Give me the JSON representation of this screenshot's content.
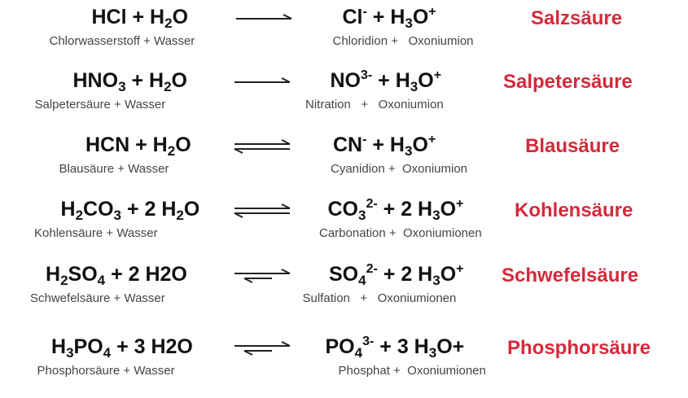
{
  "reactions": [
    {
      "lhs": [
        {
          "t": "HCl + H"
        },
        {
          "sub": "2"
        },
        {
          "t": "O"
        }
      ],
      "rhs": [
        {
          "t": "Cl"
        },
        {
          "sup": "-"
        },
        {
          "t": " + H"
        },
        {
          "sub": "3"
        },
        {
          "t": "O"
        },
        {
          "sup": "+"
        }
      ],
      "lhs_caption": "Chlorwasserstoff + Wasser",
      "rhs_caption": "Chloridion +   Oxoniumion",
      "acid_name": "Salzsäure",
      "arrow": "single"
    },
    {
      "lhs": [
        {
          "t": "HNO"
        },
        {
          "sub": "3"
        },
        {
          "t": " + H"
        },
        {
          "sub": "2"
        },
        {
          "t": "O"
        }
      ],
      "rhs": [
        {
          "t": "NO"
        },
        {
          "sup": "3-"
        },
        {
          "t": " + H"
        },
        {
          "sub": "3"
        },
        {
          "t": "O"
        },
        {
          "sup": "+"
        }
      ],
      "lhs_caption": "Salpetersäure + Wasser",
      "rhs_caption": "Nitration   +   Oxoniumion",
      "acid_name": "Salpetersäure",
      "arrow": "single"
    },
    {
      "lhs": [
        {
          "t": "HCN + H"
        },
        {
          "sub": "2"
        },
        {
          "t": "O"
        }
      ],
      "rhs": [
        {
          "t": "CN"
        },
        {
          "sup": "-"
        },
        {
          "t": " + H"
        },
        {
          "sub": "3"
        },
        {
          "t": "O"
        },
        {
          "sup": "+"
        }
      ],
      "lhs_caption": "Blausäure + Wasser",
      "rhs_caption": "Cyanidion +  Oxoniumion",
      "acid_name": "Blausäure",
      "arrow": "equilibrium"
    },
    {
      "lhs": [
        {
          "t": "H"
        },
        {
          "sub": "2"
        },
        {
          "t": "CO"
        },
        {
          "sub": "3"
        },
        {
          "t": " + 2 H"
        },
        {
          "sub": "2"
        },
        {
          "t": "O"
        }
      ],
      "rhs": [
        {
          "t": "CO"
        },
        {
          "sub": "3"
        },
        {
          "sup": "2-"
        },
        {
          "t": " +  2 H"
        },
        {
          "sub": "3"
        },
        {
          "t": "O"
        },
        {
          "sup": "+"
        }
      ],
      "lhs_caption": "Kohlensäure + Wasser",
      "rhs_caption": "Carbonation +  Oxoniumionen",
      "acid_name": "Kohlensäure",
      "arrow": "equilibrium"
    },
    {
      "lhs": [
        {
          "t": "H"
        },
        {
          "sub": "2"
        },
        {
          "t": "SO"
        },
        {
          "sub": "4"
        },
        {
          "t": " + 2 H2O"
        }
      ],
      "rhs": [
        {
          "t": "SO"
        },
        {
          "sub": "4"
        },
        {
          "sup": "2-"
        },
        {
          "t": " + 2 H"
        },
        {
          "sub": "3"
        },
        {
          "t": "O"
        },
        {
          "sup": "+"
        }
      ],
      "lhs_caption": "Schwefelsäure + Wasser",
      "rhs_caption": "Sulfation   +   Oxoniumionen",
      "acid_name": "Schwefelsäure",
      "arrow": "equilibrium-forward"
    },
    {
      "lhs": [
        {
          "t": "H"
        },
        {
          "sub": "3"
        },
        {
          "t": "PO"
        },
        {
          "sub": "4"
        },
        {
          "t": " + 3 H2O"
        }
      ],
      "rhs": [
        {
          "t": "PO"
        },
        {
          "sub": "4"
        },
        {
          "sup": "3-"
        },
        {
          "t": " + 3 H"
        },
        {
          "sub": "3"
        },
        {
          "t": "O+"
        }
      ],
      "lhs_caption": "Phosphorsäure + Wasser",
      "rhs_caption": "Phosphat +  Oxoniumionen",
      "acid_name": "Phosphorsäure",
      "arrow": "equilibrium-forward"
    }
  ],
  "colors": {
    "acid_name": "#d42a3a",
    "formula": "#111111",
    "caption": "#444444"
  }
}
